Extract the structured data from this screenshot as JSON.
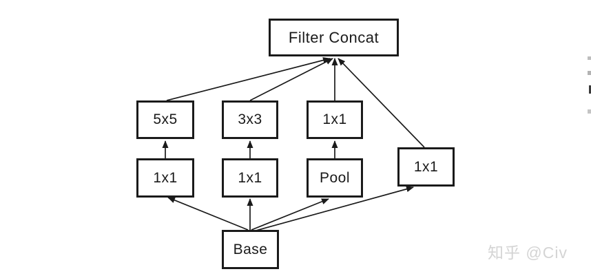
{
  "page": {
    "background": "#ffffff"
  },
  "diagram": {
    "type": "flowchart",
    "description": "Inception module block diagram",
    "nodes": {
      "filter_concat": {
        "label": "Filter Concat"
      },
      "conv5x5": {
        "label": "5x5"
      },
      "conv3x3": {
        "label": "3x3"
      },
      "conv1x1_top": {
        "label": "1x1"
      },
      "conv1x1_left": {
        "label": "1x1"
      },
      "conv1x1_mid": {
        "label": "1x1"
      },
      "pool": {
        "label": "Pool"
      },
      "conv1x1_right": {
        "label": "1x1"
      },
      "base": {
        "label": "Base"
      }
    },
    "edges": [
      {
        "from": "base",
        "to": "conv1x1_left"
      },
      {
        "from": "base",
        "to": "conv1x1_mid"
      },
      {
        "from": "base",
        "to": "pool"
      },
      {
        "from": "base",
        "to": "conv1x1_right"
      },
      {
        "from": "conv1x1_left",
        "to": "conv5x5"
      },
      {
        "from": "conv1x1_mid",
        "to": "conv3x3"
      },
      {
        "from": "pool",
        "to": "conv1x1_top"
      },
      {
        "from": "conv5x5",
        "to": "filter_concat"
      },
      {
        "from": "conv3x3",
        "to": "filter_concat"
      },
      {
        "from": "conv1x1_top",
        "to": "filter_concat"
      },
      {
        "from": "conv1x1_right",
        "to": "filter_concat"
      }
    ],
    "line_color": "#1a1a1a",
    "box_border_color": "#1a1a1a",
    "box_fill": "#ffffff"
  },
  "watermark": {
    "text": "知乎 @Civ",
    "color": "#d4d4d4"
  }
}
